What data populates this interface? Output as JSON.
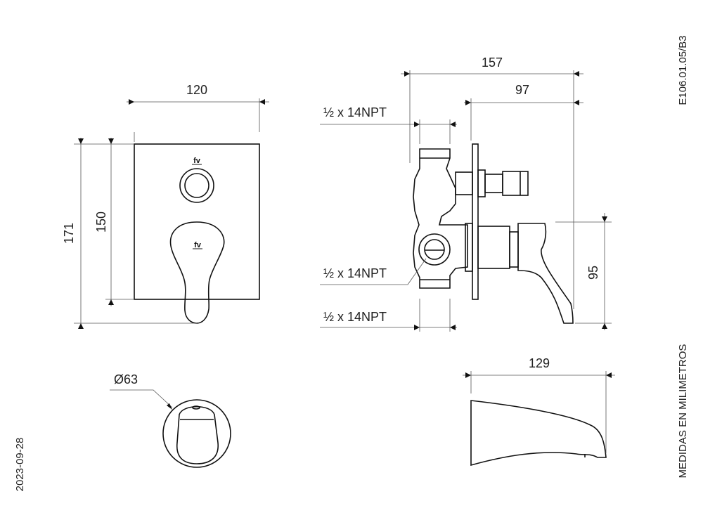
{
  "drawing": {
    "code": "E106.01.05/B3",
    "date": "2023-09-28",
    "units_note": "MEDIDAS EN MILIMETROS",
    "logo_text": "fv"
  },
  "front_view": {
    "width": "120",
    "height_plate": "150",
    "height_total": "171"
  },
  "side_view": {
    "depth_total": "157",
    "depth_handle": "97",
    "handle_height": "95",
    "thread_top": "½ x 14NPT",
    "thread_middle": "½ x 14NPT",
    "thread_bottom": "½ x 14NPT"
  },
  "spout_view": {
    "diameter": "Ø63",
    "length": "129"
  }
}
